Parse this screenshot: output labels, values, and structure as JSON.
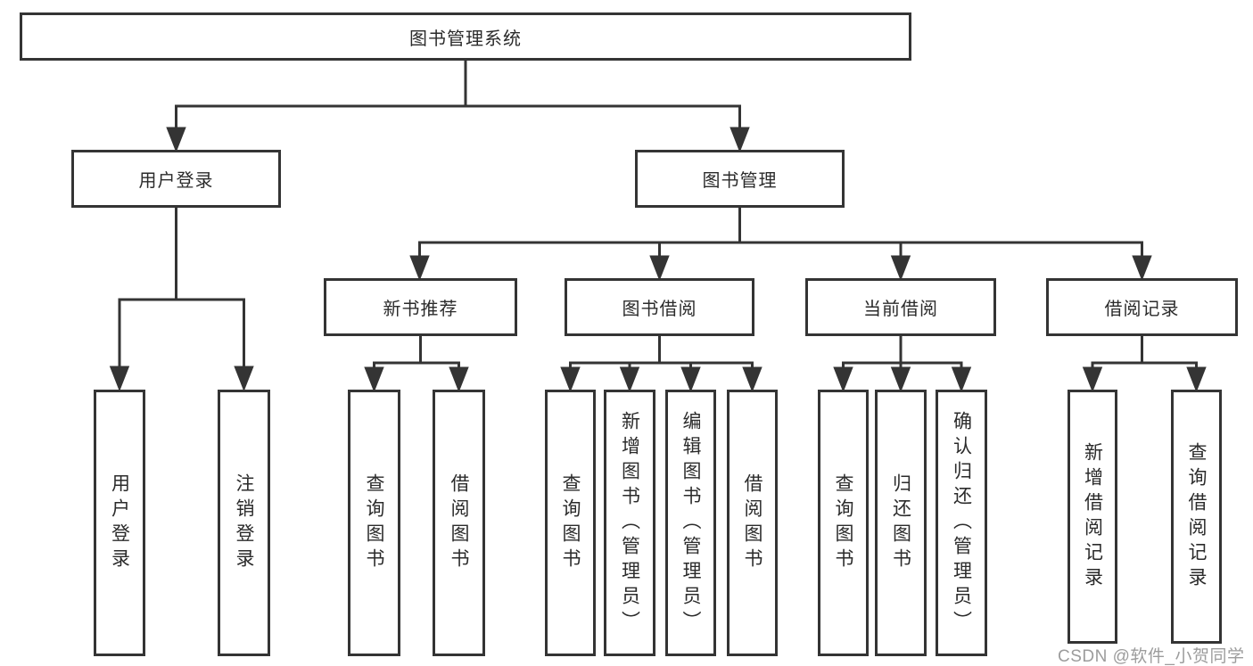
{
  "diagram": {
    "root": {
      "label": "图书管理系统"
    },
    "level2": {
      "user_login": {
        "label": "用户登录"
      },
      "book_management": {
        "label": "图书管理"
      }
    },
    "level3": {
      "new_book_recommend": {
        "label": "新书推荐"
      },
      "book_borrow": {
        "label": "图书借阅"
      },
      "current_borrow": {
        "label": "当前借阅"
      },
      "borrow_record": {
        "label": "借阅记录"
      }
    },
    "leaves": {
      "user_login": [
        "用户登录",
        "注销登录"
      ],
      "new_book_recommend": [
        "查询图书",
        "借阅图书"
      ],
      "book_borrow": [
        "查询图书",
        "新增图书（管理员）",
        "编辑图书（管理员）",
        "借阅图书"
      ],
      "current_borrow": [
        "查询图书",
        "归还图书",
        "确认归还（管理员）"
      ],
      "borrow_record": [
        "新增借阅记录",
        "查询借阅记录"
      ]
    },
    "colors": {
      "line": "#343434",
      "text": "#2b2b2b",
      "background": "#ffffff"
    },
    "watermark": "CSDN @软件_小贺同学"
  }
}
